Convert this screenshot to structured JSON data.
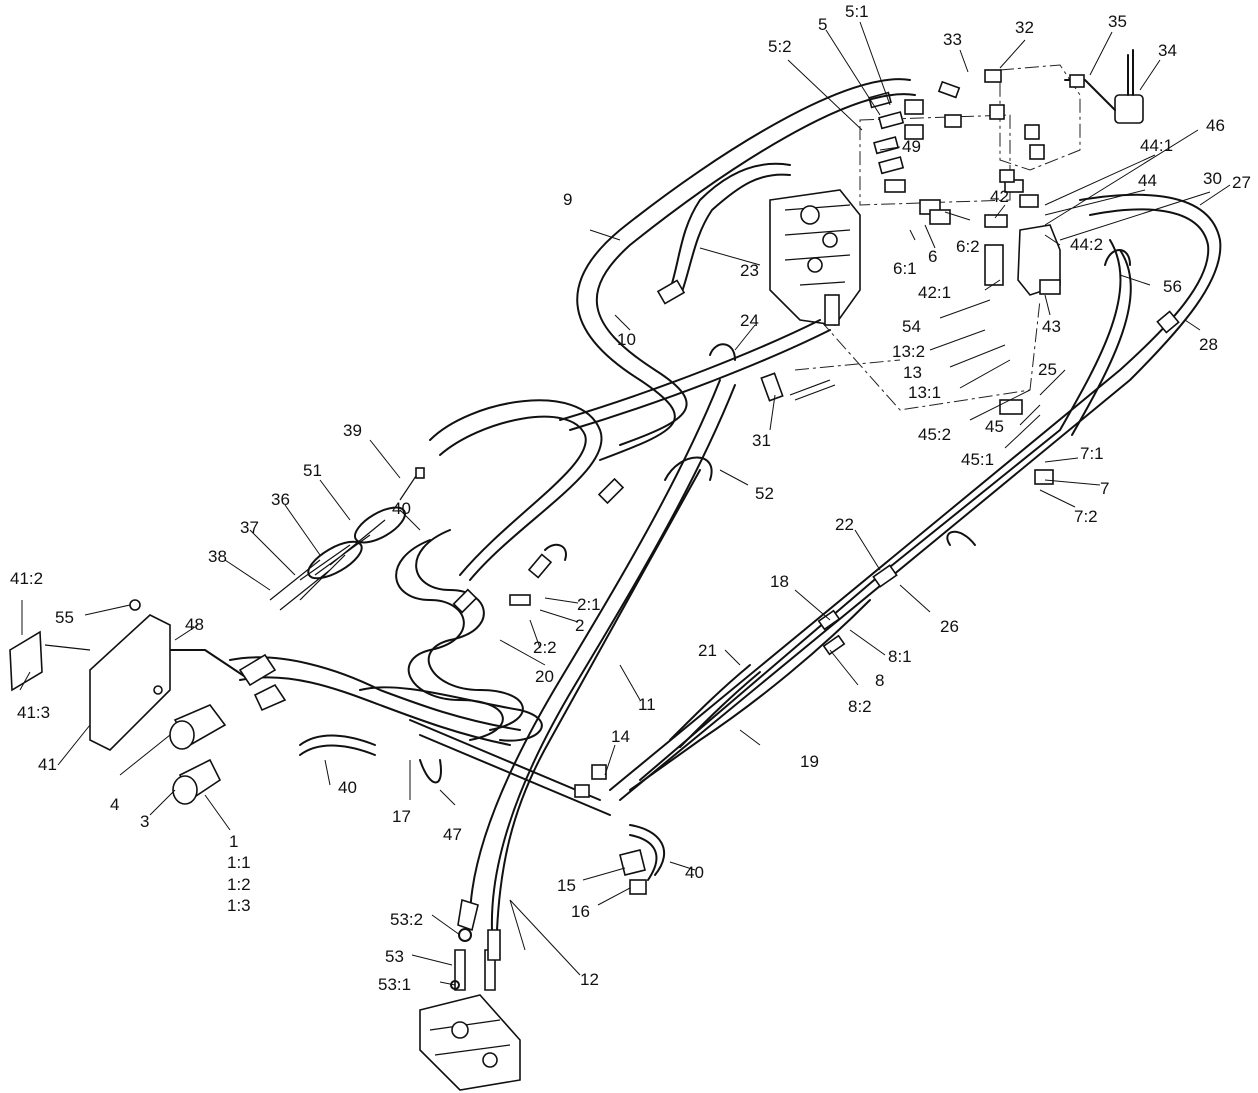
{
  "callouts": [
    {
      "id": "c-5-2",
      "text": "5:2"
    },
    {
      "id": "c-5",
      "text": "5"
    },
    {
      "id": "c-5-1",
      "text": "5:1"
    },
    {
      "id": "c-33",
      "text": "33"
    },
    {
      "id": "c-32",
      "text": "32"
    },
    {
      "id": "c-35",
      "text": "35"
    },
    {
      "id": "c-34",
      "text": "34"
    },
    {
      "id": "c-46",
      "text": "46"
    },
    {
      "id": "c-44-1",
      "text": "44:1"
    },
    {
      "id": "c-44",
      "text": "44"
    },
    {
      "id": "c-30",
      "text": "30"
    },
    {
      "id": "c-27",
      "text": "27"
    },
    {
      "id": "c-49",
      "text": "49"
    },
    {
      "id": "c-9",
      "text": "9"
    },
    {
      "id": "c-23",
      "text": "23"
    },
    {
      "id": "c-42",
      "text": "42"
    },
    {
      "id": "c-44-2",
      "text": "44:2"
    },
    {
      "id": "c-6",
      "text": "6"
    },
    {
      "id": "c-6-2",
      "text": "6:2"
    },
    {
      "id": "c-6-1",
      "text": "6:1"
    },
    {
      "id": "c-42-1",
      "text": "42:1"
    },
    {
      "id": "c-56",
      "text": "56"
    },
    {
      "id": "c-10",
      "text": "10"
    },
    {
      "id": "c-24",
      "text": "24"
    },
    {
      "id": "c-54",
      "text": "54"
    },
    {
      "id": "c-43",
      "text": "43"
    },
    {
      "id": "c-28",
      "text": "28"
    },
    {
      "id": "c-13-2",
      "text": "13:2"
    },
    {
      "id": "c-13",
      "text": "13"
    },
    {
      "id": "c-25",
      "text": "25"
    },
    {
      "id": "c-13-1",
      "text": "13:1"
    },
    {
      "id": "c-39",
      "text": "39"
    },
    {
      "id": "c-31",
      "text": "31"
    },
    {
      "id": "c-45-2",
      "text": "45:2"
    },
    {
      "id": "c-45",
      "text": "45"
    },
    {
      "id": "c-45-1",
      "text": "45:1"
    },
    {
      "id": "c-7-1",
      "text": "7:1"
    },
    {
      "id": "c-51",
      "text": "51"
    },
    {
      "id": "c-52",
      "text": "52"
    },
    {
      "id": "c-7",
      "text": "7"
    },
    {
      "id": "c-36",
      "text": "36"
    },
    {
      "id": "c-40a",
      "text": "40"
    },
    {
      "id": "c-7-2",
      "text": "7:2"
    },
    {
      "id": "c-37",
      "text": "37"
    },
    {
      "id": "c-22",
      "text": "22"
    },
    {
      "id": "c-38",
      "text": "38"
    },
    {
      "id": "c-18",
      "text": "18"
    },
    {
      "id": "c-2-1",
      "text": "2:1"
    },
    {
      "id": "c-2",
      "text": "2"
    },
    {
      "id": "c-26",
      "text": "26"
    },
    {
      "id": "c-41-2",
      "text": "41:2"
    },
    {
      "id": "c-55",
      "text": "55"
    },
    {
      "id": "c-2-2",
      "text": "2:2"
    },
    {
      "id": "c-48",
      "text": "48"
    },
    {
      "id": "c-8-1",
      "text": "8:1"
    },
    {
      "id": "c-21",
      "text": "21"
    },
    {
      "id": "c-20",
      "text": "20"
    },
    {
      "id": "c-8",
      "text": "8"
    },
    {
      "id": "c-41-3",
      "text": "41:3"
    },
    {
      "id": "c-8-2",
      "text": "8:2"
    },
    {
      "id": "c-11",
      "text": "11"
    },
    {
      "id": "c-14",
      "text": "14"
    },
    {
      "id": "c-41",
      "text": "41"
    },
    {
      "id": "c-19",
      "text": "19"
    },
    {
      "id": "c-40b",
      "text": "40"
    },
    {
      "id": "c-4",
      "text": "4"
    },
    {
      "id": "c-17",
      "text": "17"
    },
    {
      "id": "c-3",
      "text": "3"
    },
    {
      "id": "c-47",
      "text": "47"
    },
    {
      "id": "c-1",
      "text": "1"
    },
    {
      "id": "c-1-1",
      "text": "1:1"
    },
    {
      "id": "c-1-2",
      "text": "1:2"
    },
    {
      "id": "c-1-3",
      "text": "1:3"
    },
    {
      "id": "c-40c",
      "text": "40"
    },
    {
      "id": "c-15",
      "text": "15"
    },
    {
      "id": "c-16",
      "text": "16"
    },
    {
      "id": "c-53-2",
      "text": "53:2"
    },
    {
      "id": "c-53",
      "text": "53"
    },
    {
      "id": "c-12",
      "text": "12"
    },
    {
      "id": "c-53-1",
      "text": "53:1"
    }
  ]
}
